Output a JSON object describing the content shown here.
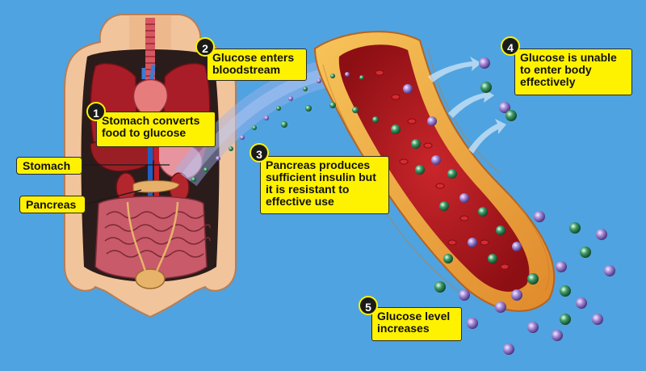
{
  "labels": {
    "stomach": "Stomach",
    "pancreas": "Pancreas"
  },
  "steps": [
    {
      "num": "1",
      "text": "Stomach converts food to glucose"
    },
    {
      "num": "2",
      "text": "Glucose enters bloodstream"
    },
    {
      "num": "3",
      "text": "Pancreas produces sufficient insulin but it is resistant to effective use"
    },
    {
      "num": "4",
      "text": "Glucose is unable to enter body effectively"
    },
    {
      "num": "5",
      "text": "Glucose level increases"
    }
  ],
  "colors": {
    "background": "#4fa3e0",
    "callout": "#fff200",
    "skin": "#f2c49b",
    "vessel_wall": "#e8a23b",
    "blood": "#b3191e",
    "glucose_purple": "#9a7fd1",
    "glucose_green": "#2e7d4f"
  }
}
